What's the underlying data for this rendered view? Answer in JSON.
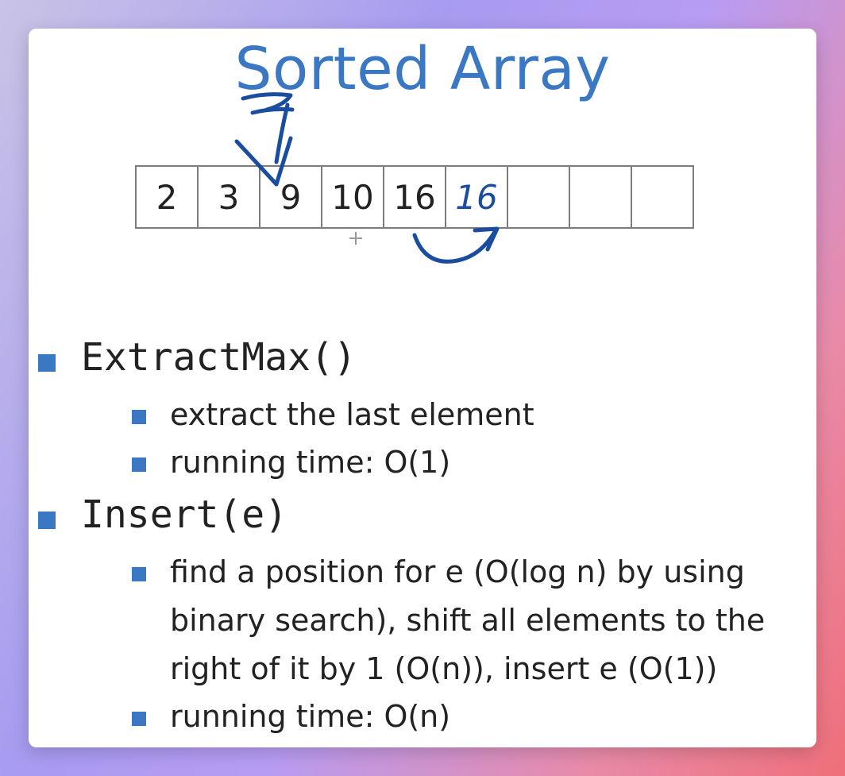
{
  "slide": {
    "title": "Sorted Array",
    "array": {
      "cells": [
        "2",
        "3",
        "9",
        "10",
        "16",
        "16",
        "",
        "",
        ""
      ],
      "handwritten_cell_index": 5
    },
    "annotations": {
      "inserted_value": "7"
    },
    "bullets": [
      {
        "label": "ExtractMax()",
        "sub": [
          "extract the last element",
          "running time: O(1)"
        ]
      },
      {
        "label": "Insert(e)",
        "sub": [
          "find a position for e (O(log n) by using binary search), shift all elements to the right of it by 1 (O(n)), insert e (O(1))",
          "running time: O(n)"
        ]
      }
    ],
    "colors": {
      "title": "#3a78c4",
      "bullet": "#3a78c4",
      "ink": "#1a4d9e"
    }
  }
}
